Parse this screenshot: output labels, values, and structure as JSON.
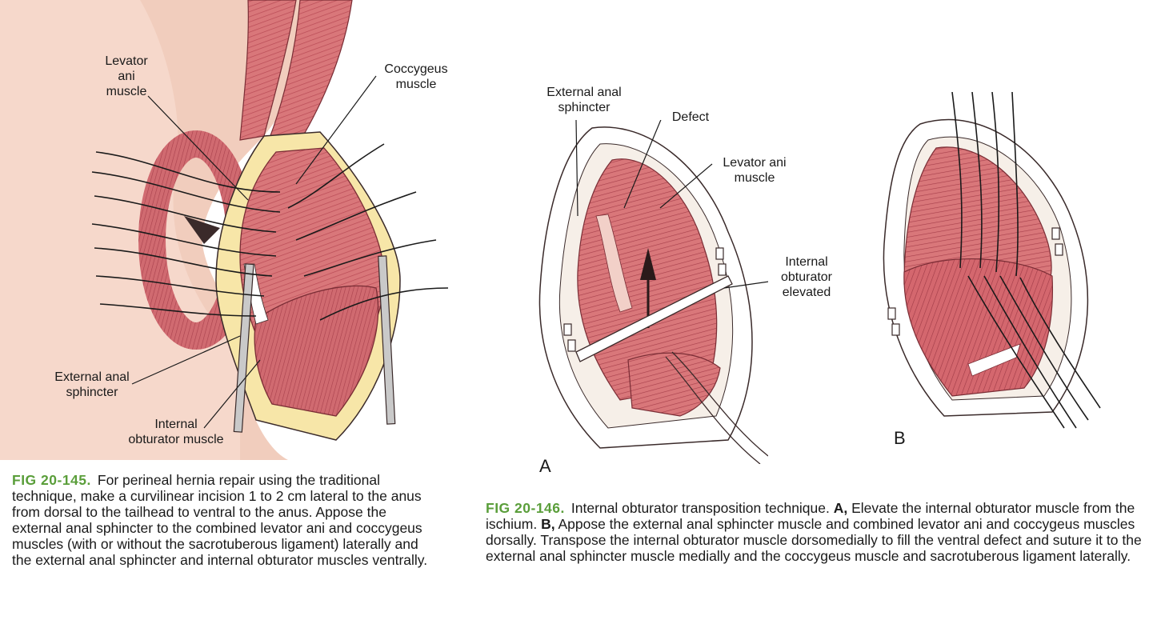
{
  "figure_145": {
    "labels": {
      "levator": "Levator\nani\nmuscle",
      "coccygeus": "Coccygeus\nmuscle",
      "external_sphincter": "External anal\nsphincter",
      "internal_obturator": "Internal\nobturator muscle"
    },
    "caption": {
      "number": "FIG 20-145.",
      "text": "For perineal hernia repair using the traditional technique, make a curvilinear incision 1 to 2 cm lateral to the anus from dorsal to the tailhead to ventral to the anus. Appose the external anal sphincter to the combined levator ani and coccygeus muscles (with or without the sacrotuberous ligament) laterally and the external anal sphincter and internal obturator muscles ventrally."
    }
  },
  "figure_146": {
    "labels": {
      "external_sphincter": "External anal\nsphincter",
      "defect": "Defect",
      "levator": "Levator ani\nmuscle",
      "internal_obturator": "Internal\nobturator\nelevated"
    },
    "panel_a": "A",
    "panel_b": "B",
    "caption": {
      "number": "FIG 20-146.",
      "part1": "Internal obturator transposition technique.",
      "a_letter": "A,",
      "part2": "Elevate the internal obturator muscle from the ischium.",
      "b_letter": "B,",
      "part3": "Appose the external anal sphincter muscle and combined levator ani and coccygeus muscles dorsally. Transpose the internal obturator muscle dorsomedially to fill the ventral defect and suture it to the external anal sphincter muscle medially and the coccygeus muscle and sacrotuberous ligament laterally."
    }
  },
  "colors": {
    "skin": "#f0c8b8",
    "muscle": "#d9777a",
    "muscle_dark": "#b84a55",
    "fat": "#f7e6a8",
    "fig_number": "#5a9e3a"
  }
}
